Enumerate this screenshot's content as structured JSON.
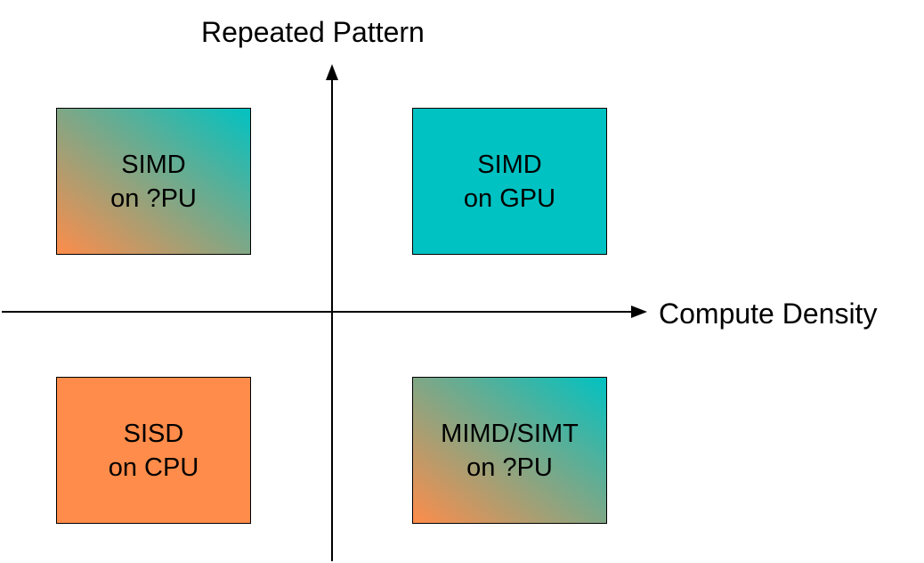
{
  "axes": {
    "y_label": "Repeated Pattern",
    "x_label": "Compute Density"
  },
  "quadrants": {
    "top_left": {
      "line1": "SIMD",
      "line2": "on ?PU",
      "fill": "gradient"
    },
    "top_right": {
      "line1": "SIMD",
      "line2": "on GPU",
      "fill": "#00C2C2"
    },
    "bottom_left": {
      "line1": "SISD",
      "line2": "on CPU",
      "fill": "#FF8C4A"
    },
    "bottom_right": {
      "line1": "MIMD/SIMT",
      "line2": "on ?PU",
      "fill": "gradient"
    }
  },
  "colors": {
    "orange": "#FF8C4A",
    "teal": "#00C2C2",
    "axis": "#000000"
  }
}
